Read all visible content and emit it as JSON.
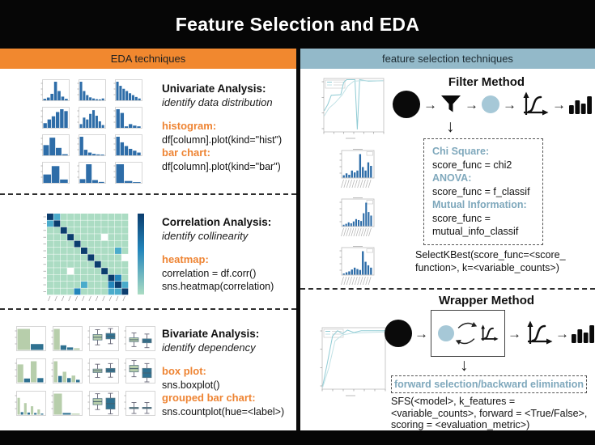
{
  "title": "Feature Selection and EDA",
  "columns": {
    "left_header": "EDA techniques",
    "right_header": "feature selection techniques"
  },
  "eda_sections": [
    {
      "heading": "Univariate Analysis:",
      "subheading": "identify data distribution",
      "items": [
        {
          "label": "histogram:",
          "lines": [
            "df[column].plot(kind=\"hist\")"
          ]
        },
        {
          "label": "bar chart:",
          "lines": [
            "df[column].plot(kind=\"bar\")"
          ]
        }
      ]
    },
    {
      "heading": "Correlation Analysis:",
      "subheading": "identify collinearity",
      "items": [
        {
          "label": "heatmap:",
          "lines": [
            "correlation = df.corr()",
            "sns.heatmap(correlation)"
          ]
        }
      ]
    },
    {
      "heading": "Bivariate Analysis:",
      "subheading": "identify dependency",
      "items": [
        {
          "label": "box plot:",
          "lines": [
            "sns.boxplot()"
          ]
        },
        {
          "label": "grouped bar chart:",
          "lines": [
            "sns.countplot(hue=<label>)"
          ]
        }
      ]
    }
  ],
  "filter": {
    "heading": "Filter Method",
    "entries": [
      {
        "label": "Chi Square:",
        "lines": [
          "score_func = chi2"
        ]
      },
      {
        "label": "ANOVA:",
        "lines": [
          "score_func = f_classif"
        ]
      },
      {
        "label": "Mutual Information:",
        "lines": [
          "score_func =",
          "mutual_info_classif"
        ]
      }
    ],
    "code_lines": [
      "SelectKBest(score_func=<score_",
      "function>, k=<variable_counts>)"
    ]
  },
  "wrapper": {
    "heading": "Wrapper Method",
    "box_label": "forward selection/backward elimination",
    "code_lines": [
      "SFS(<model>, k_features =",
      "<variable_counts>, forward = <True/False>,",
      "scoring = <evaluation_metric>)"
    ]
  },
  "icons": {
    "filter_flow": [
      "dataset-circle",
      "funnel",
      "feature-subset-circle",
      "learning-curve",
      "ranked-bars"
    ],
    "wrapper_flow": [
      "dataset-circle",
      "loop-box",
      "learning-curve",
      "ranked-bars"
    ]
  },
  "colors": {
    "orange": "#F1882F",
    "orange_label": "#EE8433",
    "header_blue": "#93B9C9",
    "label_blue": "#7FA8BC",
    "bar_blue": "#2E6DA8",
    "sage": "#B7CEAB",
    "teal_blue": "#2F7191",
    "line1": "#8FCBD4",
    "line2": "#C2E2E6",
    "black": "#0a0a0a"
  },
  "thumbnails": {
    "univariate": [
      [
        0.08,
        0.15,
        0.35,
        1,
        0.5,
        0.2,
        0.08
      ],
      [
        1,
        0.5,
        0.28,
        0.16,
        0.1,
        0.06,
        0.05,
        0.1
      ],
      [
        1,
        0.78,
        0.62,
        0.5,
        0.38,
        0.28,
        0.18,
        0.1
      ],
      [
        0.25,
        0.45,
        0.62,
        0.85,
        1,
        0.9
      ],
      [
        0.2,
        0.55,
        0.45,
        0.75,
        0.95,
        0.65,
        0.35,
        0.15
      ],
      [
        1,
        0.8,
        0.08,
        0.2,
        0.12,
        0.08
      ],
      [
        0.55,
        0.95,
        0.4,
        0.06
      ],
      [
        1,
        0.3,
        0.15,
        0.08,
        0.05,
        0.04
      ],
      [
        1,
        0.7,
        0.5,
        0.35,
        0.25,
        0.15
      ],
      [
        0.45,
        0.9,
        0.18
      ],
      [
        0.2,
        1,
        0.15,
        0.05
      ],
      [
        1,
        0.1,
        0.04
      ]
    ],
    "heatmap": {
      "rows": [
        "dbgggggggggg",
        "bdgggggggggg",
        "ggdggggggggg",
        "gggdggggwggg",
        "ggggdggggggg",
        "gggggdggggbg",
        "ggggggdggggw",
        "gggggggdgggg",
        "gggwggggdggg",
        "gggggggggdmg",
        "gggggbgggmdb",
        "ggggmggggbbd"
      ],
      "palette": {
        "d": "#0B3D6E",
        "g": "#ABDCC3",
        "b": "#4AABCB",
        "m": "#2386BC",
        "w": "#FFFFFF"
      }
    },
    "filter_line": {
      "series": [
        [
          [
            0,
            0.4
          ],
          [
            0.06,
            0.52
          ],
          [
            0.12,
            0.7
          ],
          [
            0.28,
            0.71
          ],
          [
            0.33,
            0.95
          ],
          [
            0.38,
            1.0
          ],
          [
            0.52,
            1.0
          ],
          [
            0.56,
            0.04
          ],
          [
            0.6,
            1.0
          ],
          [
            0.75,
            0.97
          ],
          [
            1,
            0.98
          ]
        ],
        [
          [
            0,
            0.3
          ],
          [
            0.08,
            0.45
          ],
          [
            0.18,
            0.55
          ],
          [
            0.3,
            0.7
          ],
          [
            0.4,
            0.88
          ],
          [
            0.5,
            0.97
          ],
          [
            0.62,
            0.98
          ],
          [
            1,
            0.98
          ]
        ]
      ]
    },
    "filter_bars": [
      [
        0.1,
        0.18,
        0.12,
        0.3,
        0.22,
        0.3,
        1,
        0.45,
        0.3,
        0.65,
        0.5
      ],
      [
        0.06,
        0.1,
        0.16,
        0.12,
        0.2,
        0.3,
        0.26,
        0.22,
        0.55,
        1,
        0.6,
        0.45
      ],
      [
        0.05,
        0.1,
        0.14,
        0.22,
        0.3,
        0.24,
        0.2,
        1,
        0.55,
        0.4,
        0.3
      ]
    ],
    "wrapper_line": {
      "series": [
        [
          [
            0,
            0.04
          ],
          [
            0.08,
            0.45
          ],
          [
            0.16,
            0.88
          ],
          [
            0.24,
            0.97
          ],
          [
            0.32,
            0.92
          ],
          [
            0.4,
            0.98
          ],
          [
            0.5,
            0.94
          ],
          [
            0.62,
            0.97
          ],
          [
            1,
            0.97
          ]
        ],
        [
          [
            0,
            0.02
          ],
          [
            0.1,
            0.35
          ],
          [
            0.2,
            0.8
          ],
          [
            0.32,
            0.9
          ],
          [
            0.5,
            0.93
          ],
          [
            1,
            0.95
          ]
        ]
      ]
    },
    "bivariate": [
      {
        "t": "bars",
        "v": [
          [
            "g",
            1
          ],
          [
            "b",
            0.28
          ]
        ]
      },
      {
        "t": "bars",
        "v": [
          [
            "g",
            1
          ],
          [
            "b",
            0.22
          ],
          [
            "b",
            0.12
          ],
          [
            "g",
            0.08
          ]
        ]
      },
      {
        "t": "box",
        "v": [
          [
            0.35,
            0.25
          ],
          [
            0.3,
            0.25
          ]
        ]
      },
      {
        "t": "box",
        "v": [
          [
            0.5,
            0.18
          ],
          [
            0.55,
            0.18
          ]
        ]
      },
      {
        "t": "bars",
        "v": [
          [
            "g",
            0.85
          ],
          [
            "b",
            0.18
          ],
          [
            "g",
            1
          ],
          [
            "b",
            0.2
          ]
        ]
      },
      {
        "t": "bars",
        "v": [
          [
            "g",
            1
          ],
          [
            "b",
            0.3
          ],
          [
            "g",
            0.5
          ],
          [
            "b",
            0.2
          ],
          [
            "g",
            0.32
          ],
          [
            "b",
            0.12
          ]
        ]
      },
      {
        "t": "box",
        "v": [
          [
            0.45,
            0.16
          ],
          [
            0.42,
            0.18
          ]
        ]
      },
      {
        "t": "box",
        "v": [
          [
            0.28,
            0.3
          ],
          [
            0.42,
            0.42
          ]
        ]
      },
      {
        "t": "bars",
        "v": [
          [
            "g",
            0.8
          ],
          [
            "b",
            0.12
          ],
          [
            "g",
            0.55
          ],
          [
            "b",
            0.1
          ],
          [
            "g",
            0.4
          ],
          [
            "b",
            0.08
          ],
          [
            "g",
            0.25
          ],
          [
            "b",
            0.05
          ]
        ]
      },
      {
        "t": "bars",
        "v": [
          [
            "g",
            1
          ],
          [
            "b",
            0.08
          ],
          [
            "g",
            0.05
          ]
        ]
      },
      {
        "t": "box",
        "v": [
          [
            0.32,
            0.28
          ],
          [
            0.3,
            0.5
          ]
        ]
      },
      {
        "t": "box",
        "v": [
          [
            0.72,
            0.06
          ],
          [
            0.72,
            0.05
          ]
        ]
      }
    ]
  }
}
